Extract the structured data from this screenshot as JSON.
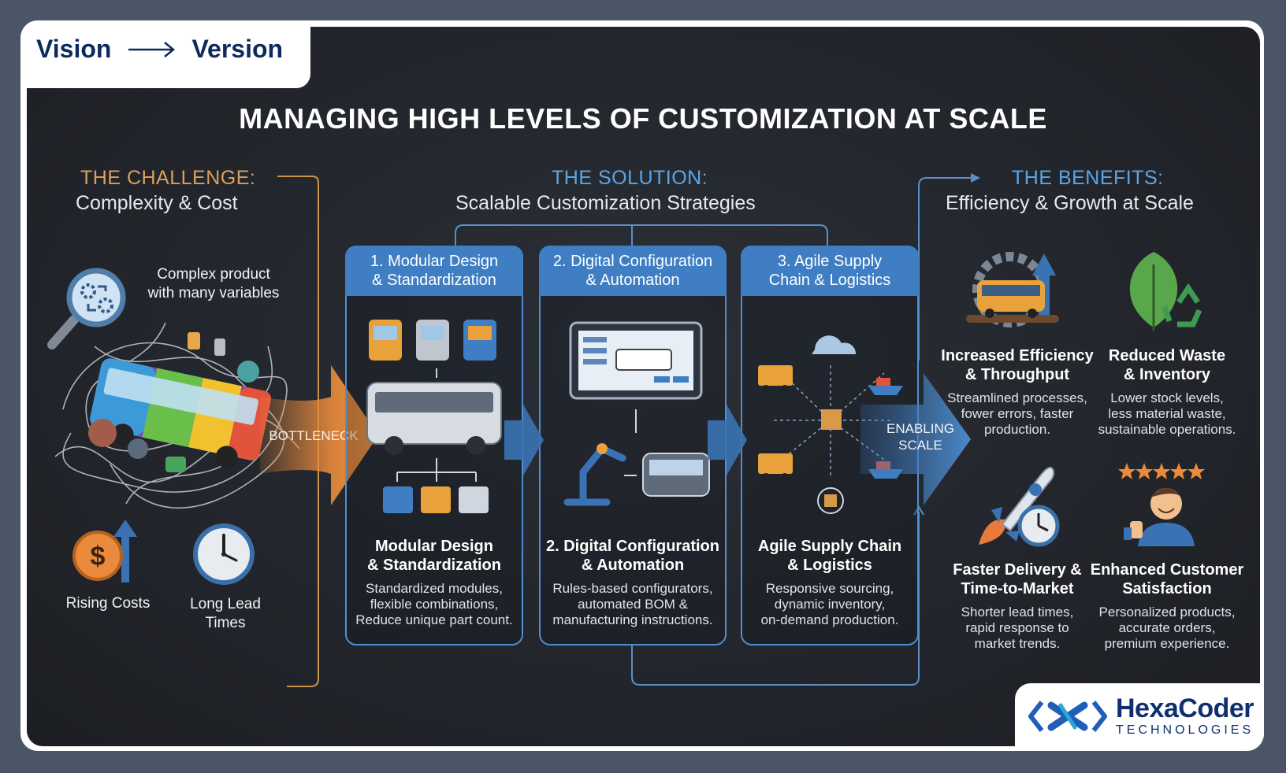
{
  "header": {
    "vision": "Vision",
    "version": "Version"
  },
  "title": "MANAGING HIGH LEVELS OF CUSTOMIZATION AT SCALE",
  "challenge": {
    "heading": "THE CHALLENGE:",
    "subheading": "Complexity & Cost",
    "complex_label": "Complex product\nwith many variables",
    "rising_costs": "Rising Costs",
    "long_lead": "Long Lead\nTimes",
    "bottleneck": "BOTTLENECK"
  },
  "solution": {
    "heading": "THE SOLUTION:",
    "subheading": "Scalable Customization Strategies",
    "cards": [
      {
        "header": "1. Modular Design\n& Standardization",
        "title": "Modular Design\n& Standardization",
        "desc": "Standardized modules,\nflexible combinations,\nReduce unique part count."
      },
      {
        "header": "2. Digital Configuration\n& Automation",
        "title": "2. Digital Configuration\n& Automation",
        "desc": "Rules-based configurators,\nautomated BOM &\nmanufacturing instructions."
      },
      {
        "header": "3. Agile Supply\nChain & Logistics",
        "title": "Agile Supply Chain\n& Logistics",
        "desc": "Responsive sourcing,\ndynamic inventory,\non-demand production."
      }
    ],
    "enabling": "ENABLING\nSCALE"
  },
  "benefits": {
    "heading": "THE BENEFITS:",
    "subheading": "Efficiency & Growth at Scale",
    "items": [
      {
        "title": "Increased Efficiency\n& Throughput",
        "desc": "Streamlined processes,\nfower errors, faster\nproduction."
      },
      {
        "title": "Reduced Waste\n& Inventory",
        "desc": "Lower stock levels,\nless material waste,\nsustainable operations."
      },
      {
        "title": "Faster Delivery &\nTime-to-Market",
        "desc": "Shorter lead times,\nrapid response to\nmarket trends."
      },
      {
        "title": "Enhanced Customer\nSatisfaction",
        "desc": "Personalized products,\naccurate orders,\npremium experience."
      }
    ]
  },
  "logo": {
    "brand": "HexaCoder",
    "sub": "TECHNOLOGIES"
  },
  "colors": {
    "challenge": "#d9a05b",
    "solution": "#5aa6e6",
    "benefits": "#5aa6e6",
    "card_header": "#3f7ec3",
    "orange_arrow": "#e98a3c",
    "blue_arrow": "#3a73b3"
  }
}
